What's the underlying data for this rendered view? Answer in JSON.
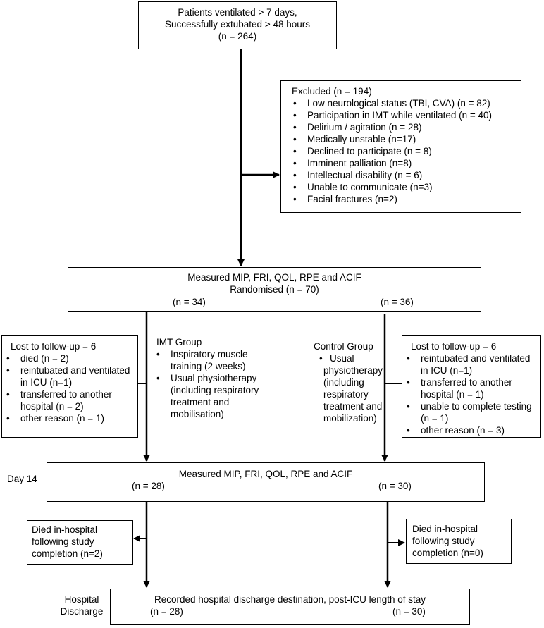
{
  "top_box": {
    "line1": "Patients ventilated > 7 days,",
    "line2": "Successfully extubated > 48 hours",
    "line3": "(n = 264)"
  },
  "excluded_box": {
    "title": "Excluded (n = 194)",
    "items": [
      "Low neurological status (TBI, CVA) (n = 82)",
      "Participation in IMT while ventilated (n = 40)",
      "Delirium / agitation (n = 28)",
      "Medically unstable (n=17)",
      "Declined to participate (n = 8)",
      "Imminent palliation (n=8)",
      "Intellectual disability (n = 6)",
      "Unable to communicate (n=3)",
      "Facial fractures (n=2)"
    ]
  },
  "randomised_box": {
    "line1": "Measured MIP, FRI, QOL, RPE and ACIF",
    "line2": "Randomised (n = 70)",
    "left_n": "(n = 34)",
    "right_n": "(n = 36)"
  },
  "lost_left": {
    "title": "Lost to follow-up = 6",
    "items": [
      "died (n = 2)",
      "reintubated and ventilated in ICU (n=1)",
      "transferred to another hospital (n = 2)",
      "other reason (n = 1)"
    ]
  },
  "imt_group": {
    "title": "IMT Group",
    "items": [
      "Inspiratory muscle training (2 weeks)",
      "Usual physiotherapy (including respiratory treatment and mobilisation)"
    ]
  },
  "control_group": {
    "title": "Control Group",
    "bullet": "Usual",
    "lines": [
      "physiotherapy",
      "(including",
      "respiratory",
      "treatment and",
      "mobilization)"
    ]
  },
  "lost_right": {
    "title": "Lost to follow-up = 6",
    "items": [
      "reintubated and ventilated in ICU (n=1)",
      "transferred to another hospital (n = 1)",
      "unable to complete testing (n = 1)",
      "other reason (n = 3)"
    ]
  },
  "day14": {
    "label": "Day 14",
    "line1": "Measured MIP, FRI, QOL, RPE and ACIF",
    "left_n": "(n = 28)",
    "right_n": "(n = 30)"
  },
  "died_left": {
    "text": "Died in-hospital following study completion (n=2)"
  },
  "died_right": {
    "text": "Died in-hospital following study completion (n=0)"
  },
  "discharge": {
    "label_line1": "Hospital",
    "label_line2": "Discharge",
    "line1": "Recorded hospital discharge destination, post-ICU length of stay",
    "left_n": "(n = 28)",
    "right_n": "(n = 30)"
  }
}
